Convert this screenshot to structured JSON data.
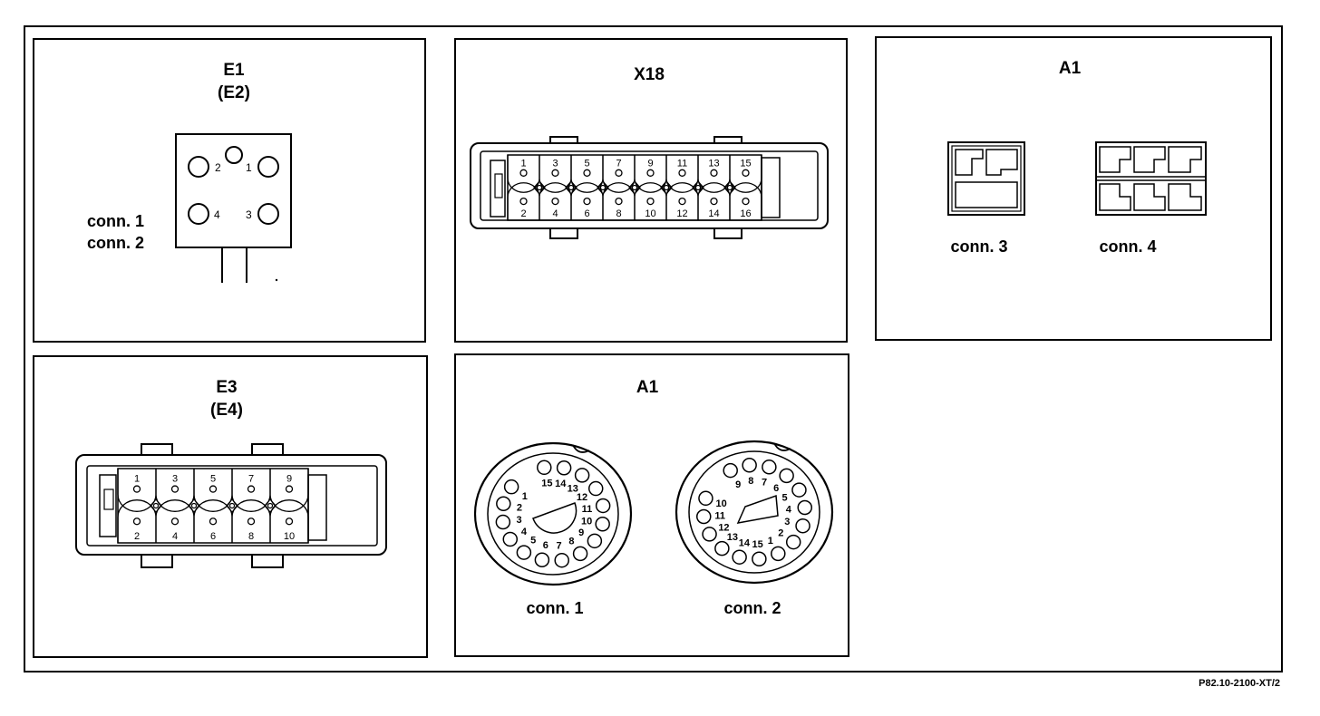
{
  "panels": {
    "e1": {
      "title": "E1",
      "subtitle": "(E2)",
      "conn_a": "conn. 1",
      "conn_b": "conn. 2",
      "pins": [
        "1",
        "2",
        "3",
        "4"
      ]
    },
    "x18": {
      "title": "X18",
      "pins_top": [
        "1",
        "3",
        "5",
        "7",
        "9",
        "11",
        "13",
        "15"
      ],
      "pins_bottom": [
        "2",
        "4",
        "6",
        "8",
        "10",
        "12",
        "14",
        "16"
      ]
    },
    "a1_top": {
      "title": "A1",
      "conn_a": "conn. 3",
      "conn_b": "conn. 4"
    },
    "e3": {
      "title": "E3",
      "subtitle": "(E4)",
      "pins_top": [
        "1",
        "3",
        "5",
        "7",
        "9"
      ],
      "pins_bottom": [
        "2",
        "4",
        "6",
        "8",
        "10"
      ]
    },
    "a1_bottom": {
      "title": "A1",
      "conn_a": "conn. 1",
      "conn_b": "conn. 2",
      "round1_pins": [
        "15",
        "14",
        "13",
        "12",
        "11",
        "10",
        "9",
        "8",
        "7",
        "6",
        "5",
        "4",
        "3",
        "2",
        "1"
      ],
      "round2_pins": [
        "9",
        "8",
        "7",
        "6",
        "5",
        "4",
        "3",
        "2",
        "1",
        "15",
        "14",
        "13",
        "12",
        "11",
        "10"
      ]
    }
  },
  "reference": "P82.10-2100-XT/2",
  "colors": {
    "line": "#000000",
    "background": "#ffffff"
  }
}
